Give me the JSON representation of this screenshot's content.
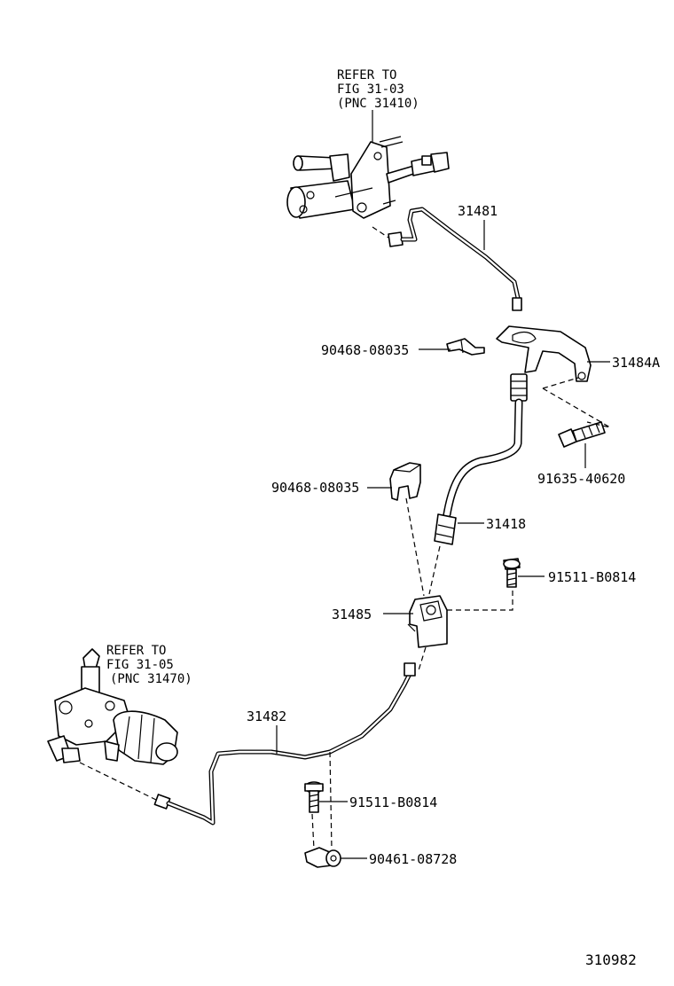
{
  "refs": [
    {
      "lines": [
        "REFER TO",
        "FIG 31-03",
        " (PNC 31410)"
      ]
    },
    {
      "lines": [
        "REFER TO",
        "FIG 31-05",
        "(PNC 31470)"
      ]
    }
  ],
  "parts": {
    "p31481": "31481",
    "p90468_a": "90468-08035",
    "p31484a": "31484A",
    "p91635": "91635-40620",
    "p90468_b": "90468-08035",
    "p31418": "31418",
    "p91511_a": "91511-B0814",
    "p31485": "31485",
    "p31482": "31482",
    "p91511_b": "91511-B0814",
    "p90461": "90461-08728"
  },
  "figure_code": "310982"
}
